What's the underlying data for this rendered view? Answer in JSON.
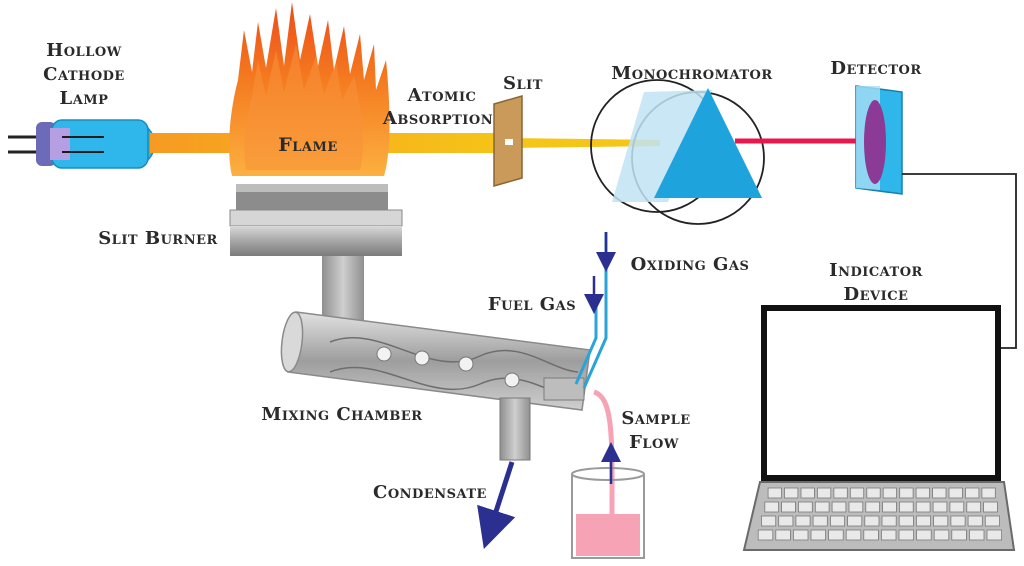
{
  "labels": {
    "lamp_line1": "Hollow",
    "lamp_line2": "Cathode",
    "lamp_line3": "Lamp",
    "flame": "Flame",
    "atomic_line1": "Atomic",
    "atomic_line2": "Absorption",
    "slit": "Slit",
    "monochromator": "Monochromator",
    "detector": "Detector",
    "slit_burner": "Slit Burner",
    "oxiding_gas": "Oxiding Gas",
    "fuel_gas": "Fuel Gas",
    "indicator_line1": "Indicator",
    "indicator_line2": "Device",
    "mixing_chamber": "Mixing Chamber",
    "sample_line1": "Sample",
    "sample_line2": "Flow",
    "condensate": "Condensate"
  },
  "colors": {
    "lamp_body": "#2fb6ea",
    "lamp_cap": "#9b7ad6",
    "beam": "#f7a928",
    "beam_yellow": "#f5c518",
    "flame_outer": "#f26a1b",
    "flame_inner": "#fcb040",
    "prism": "#1fa3dc",
    "prism_light": "#bfe3f2",
    "red_beam": "#e8174e",
    "detector_face": "#8b3a96",
    "detector_frame": "#2fb6ea",
    "slit_plate": "#c99a5a",
    "arrow_blue": "#2b2f8f",
    "tube_blue": "#2aa4d8",
    "sample_pink": "#f5a3b5",
    "burner_gray": "#8a8a8a",
    "chamber_gray": "#b8b8b8"
  }
}
